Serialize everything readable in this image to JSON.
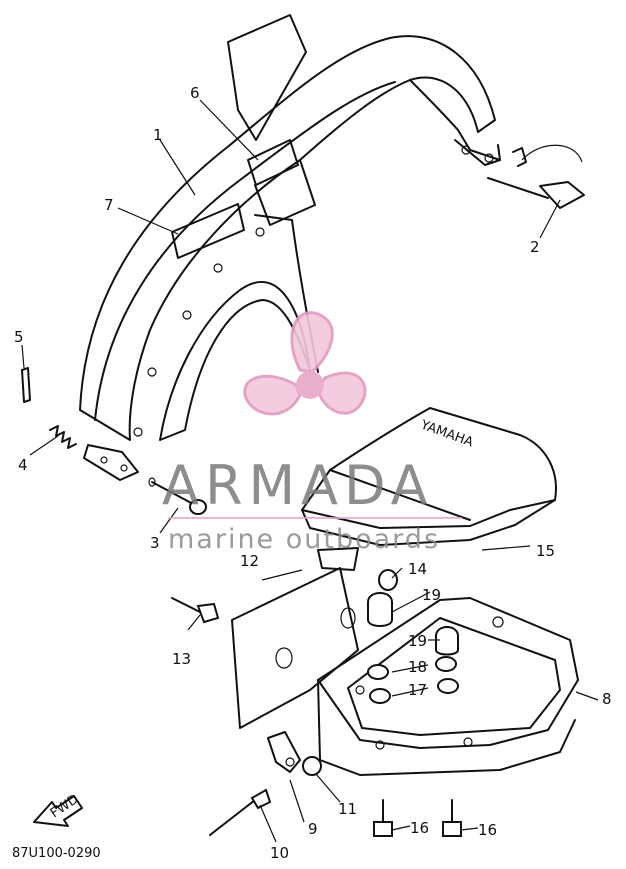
{
  "diagram": {
    "part_code": "87U100-0290",
    "fwd_label": "FWD",
    "decal_text": "YAMAHA",
    "callouts": [
      "1",
      "2",
      "3",
      "4",
      "5",
      "6",
      "7",
      "8",
      "9",
      "10",
      "11",
      "12",
      "13",
      "14",
      "15",
      "16",
      "16",
      "17",
      "18",
      "19",
      "19"
    ]
  },
  "watermark": {
    "brand": "ARMADA",
    "tagline": "marine outboards",
    "logo_colors": [
      "#e8a6c8",
      "#f3c7dd"
    ]
  }
}
